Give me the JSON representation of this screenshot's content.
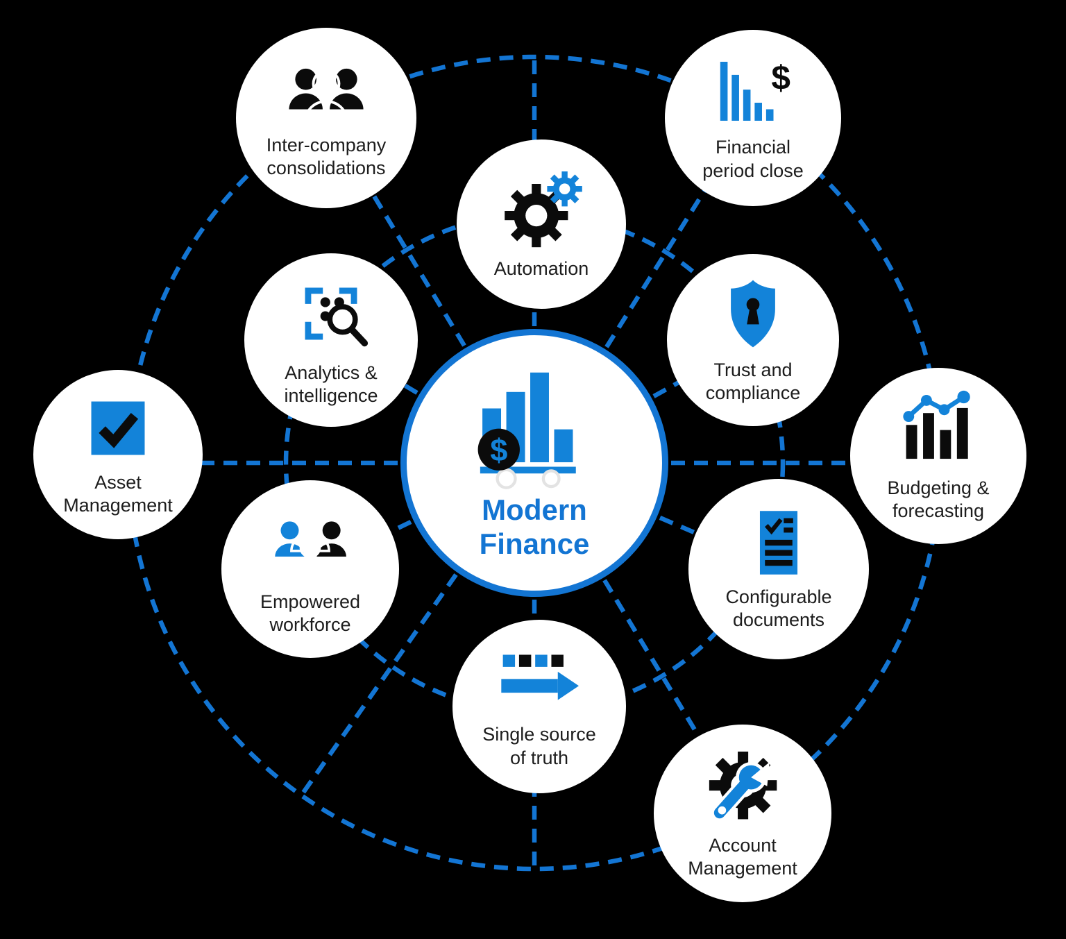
{
  "diagram_title": "Modern Finance",
  "currency_symbol": "$",
  "colors": {
    "accent_blue": "#1383d9",
    "line_blue": "#1375d3",
    "icon_black": "#0b0b0b",
    "text_color": "#1d1d1d",
    "circle_fill": "#ffffff",
    "background": "#000000",
    "hub_wheel_gray": "#e3e3e3"
  },
  "hub": {
    "title_line1": "Modern",
    "title_line2": "Finance",
    "icon": "bar-chart-dollar-cart-icon"
  },
  "nodes": {
    "inter_company": {
      "label_line1": "Inter-company",
      "label_line2": "consolidations",
      "icon": "people-group-icon"
    },
    "automation": {
      "label_line1": "Automation",
      "label_line2": "",
      "icon": "gears-icon"
    },
    "financial_period_close": {
      "label_line1": "Financial",
      "label_line2": "period close",
      "icon": "declining-bars-dollar-icon"
    },
    "trust_compliance": {
      "label_line1": "Trust and",
      "label_line2": "compliance",
      "icon": "shield-keyhole-icon"
    },
    "budgeting_forecasting": {
      "label_line1": "Budgeting &",
      "label_line2": "forecasting",
      "icon": "bars-trend-line-icon"
    },
    "configurable_documents": {
      "label_line1": "Configurable",
      "label_line2": "documents",
      "icon": "document-checklist-icon"
    },
    "account_management": {
      "label_line1": "Account",
      "label_line2": "Management",
      "icon": "gear-wrench-icon"
    },
    "single_source": {
      "label_line1": "Single source",
      "label_line2": "of truth",
      "icon": "pipeline-arrow-icon"
    },
    "empowered_workforce": {
      "label_line1": "Empowered",
      "label_line2": "workforce",
      "icon": "team-people-icon"
    },
    "asset_management": {
      "label_line1": "Asset",
      "label_line2": "Management",
      "icon": "checkbox-icon"
    },
    "analytics_intelligence": {
      "label_line1": "Analytics &",
      "label_line2": "intelligence",
      "icon": "scan-magnifier-icon"
    }
  }
}
